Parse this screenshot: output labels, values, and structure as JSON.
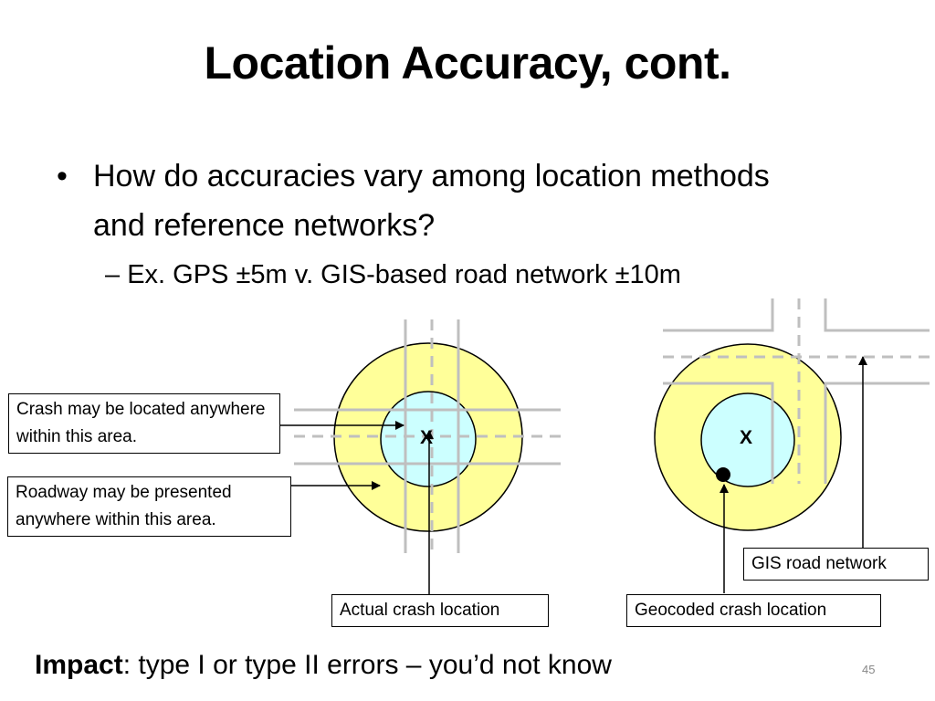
{
  "title": "Location Accuracy, cont.",
  "bullet": {
    "symbol": "•",
    "text": "How do accuracies vary among location methods and reference networks?",
    "sub_dash": "–",
    "sub_text": "Ex. GPS ±5m v. GIS-based road network ±10m"
  },
  "diagram": {
    "callout_crash_area": "Crash may be located anywhere within this area.",
    "callout_roadway_area": "Roadway may be presented anywhere within this area.",
    "label_actual_crash": "Actual crash location",
    "label_geocoded_crash": "Geocoded crash location",
    "label_gis_road": "GIS road network",
    "x_marker_left": "X",
    "x_marker_right": "X",
    "colors": {
      "outer_circle": "#ffff99",
      "inner_circle": "#ccffff",
      "road_lines": "#bfbfbf"
    }
  },
  "impact": {
    "label": "Impact",
    "text": ":  type I or type II errors – you’d not know"
  },
  "page_number": "45"
}
